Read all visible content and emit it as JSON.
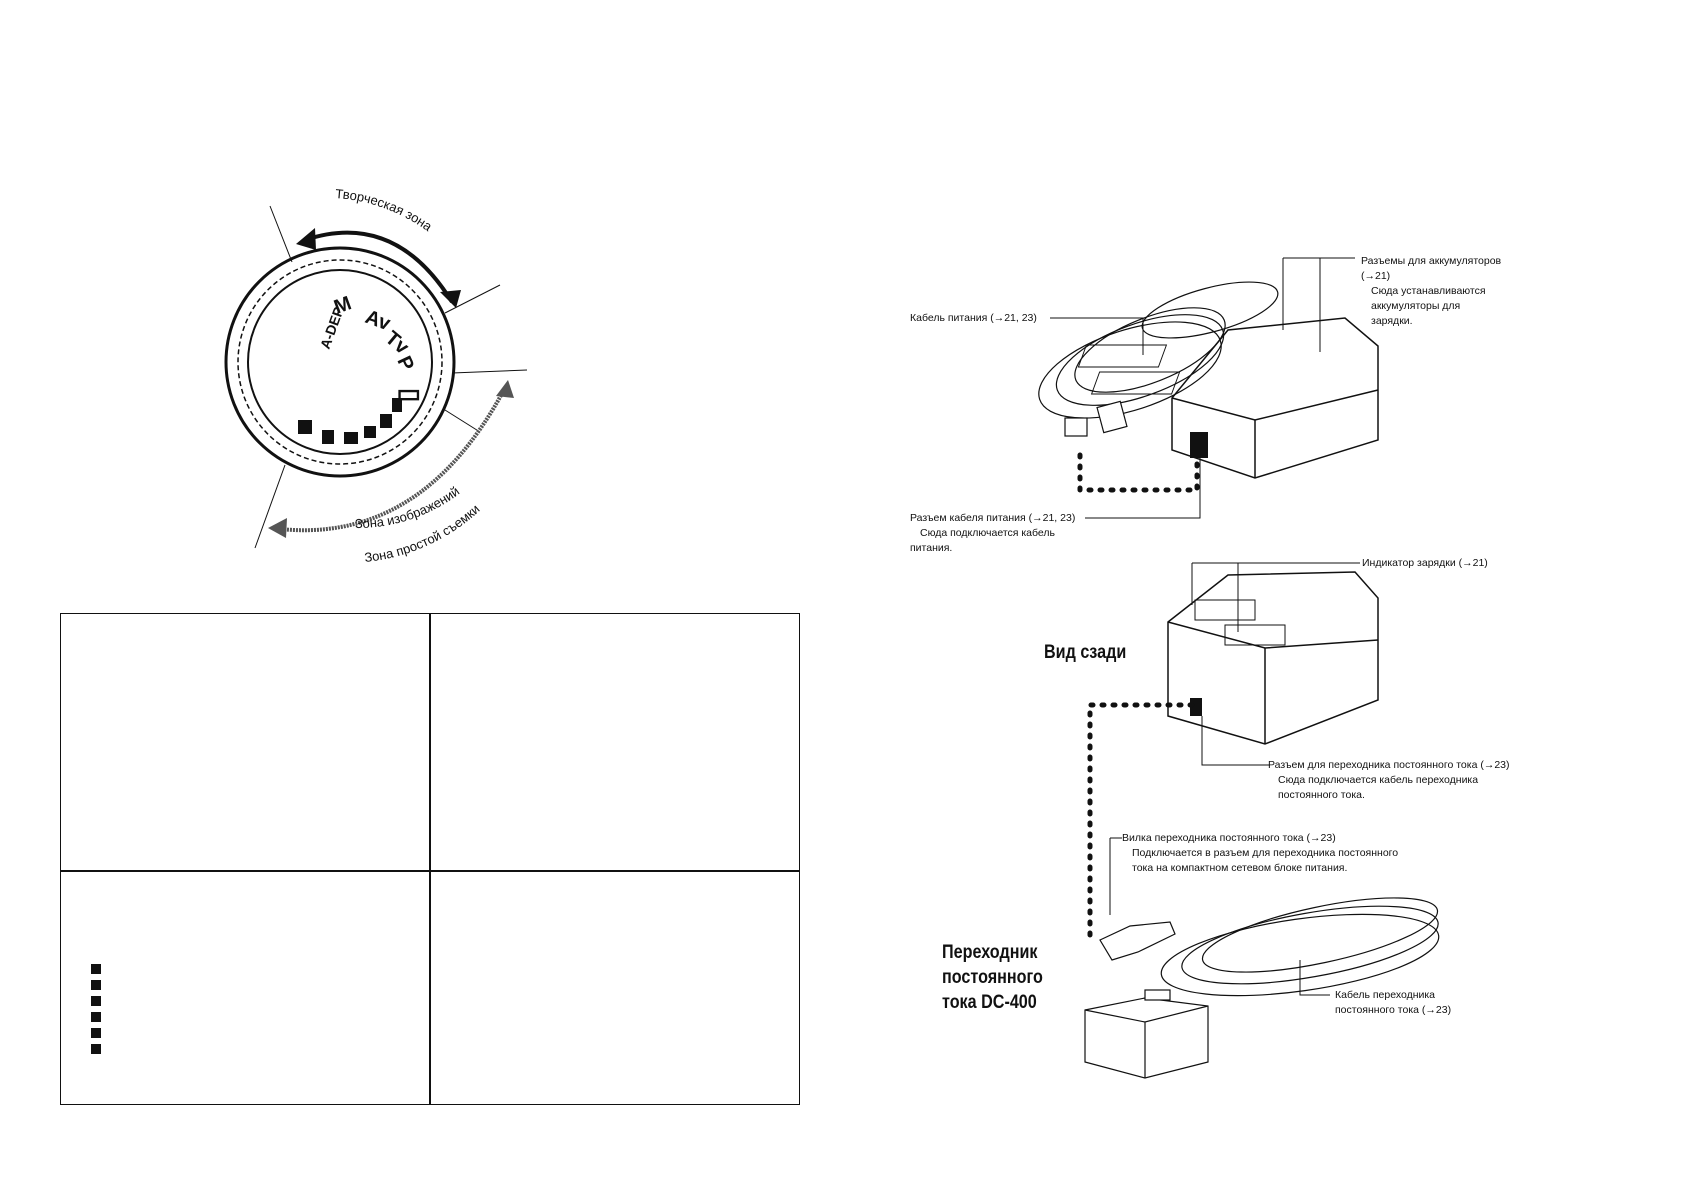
{
  "dial": {
    "creative_zone": "Творческая зона",
    "image_zone": "Зона изображений",
    "basic_zone": "Зона простой съемки",
    "modes": [
      "A-DEP",
      "M",
      "Av",
      "Tv",
      "P"
    ]
  },
  "charger": {
    "battery_slots": {
      "title": "Разъемы для аккумуляторов",
      "ref": "(→21)",
      "desc1": "Сюда устанавливаются",
      "desc2": "аккумуляторы для",
      "desc3": "зарядки."
    },
    "power_cable": "Кабель питания (→21, 23)",
    "power_socket": {
      "title": "Разъем кабеля питания (→21, 23)",
      "desc1": "Сюда подключается кабель",
      "desc2": "питания."
    },
    "charge_indicator": "Индикатор зарядки (→21)",
    "rear_view": "Вид сзади",
    "dc_socket": {
      "title": "Разъем для переходника постоянного тока (→23)",
      "desc1": "Сюда подключается кабель переходника",
      "desc2": "постоянного тока."
    },
    "dc_plug": {
      "title": "Вилка переходника постоянного тока (→23)",
      "desc1": "Подключается в разъем для переходника постоянного",
      "desc2": "тока на компактном сетевом блоке питания."
    },
    "dc_coupler": {
      "line1": "Переходник",
      "line2": "постоянного",
      "line3": "тока DC-400"
    },
    "dc_cable": {
      "line1": "Кабель переходника",
      "line2": "постоянного тока  (→23)"
    }
  }
}
